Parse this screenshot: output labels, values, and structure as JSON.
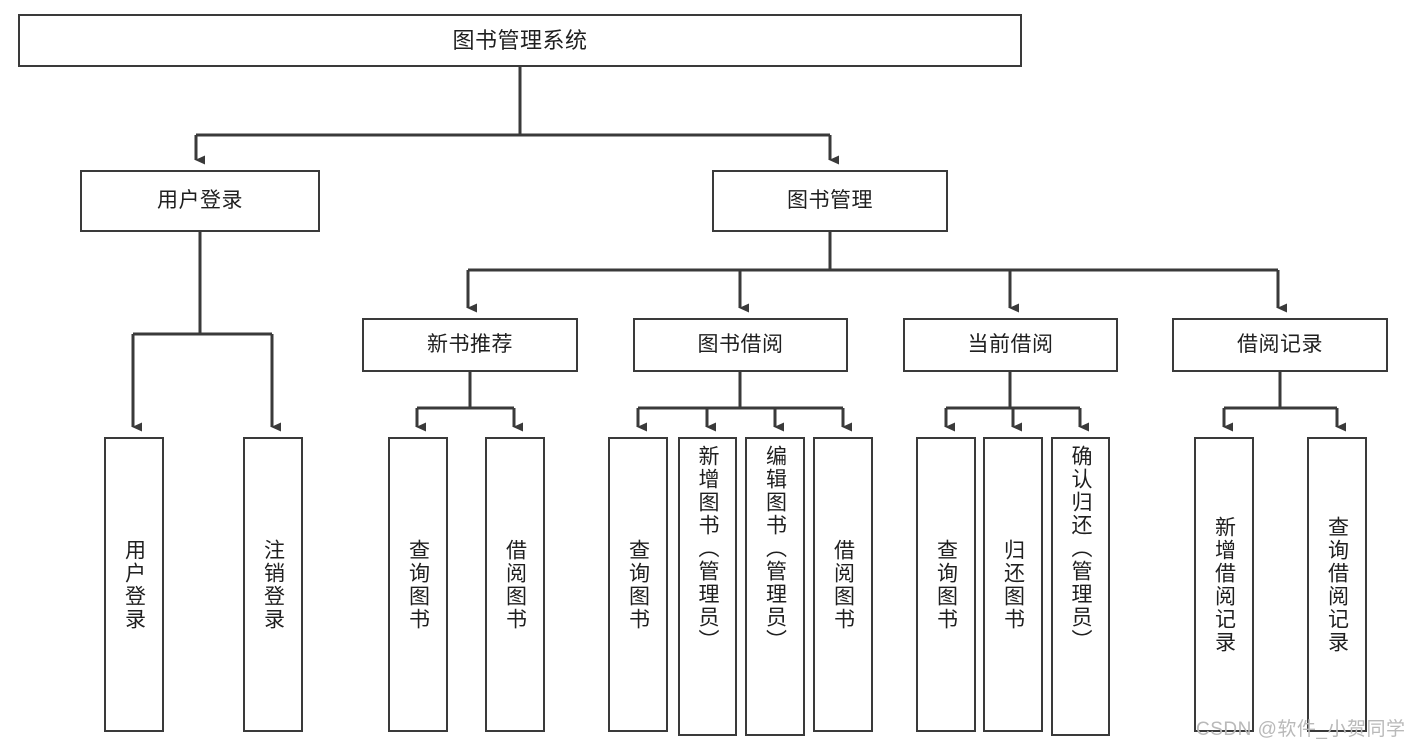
{
  "diagram": {
    "title": "图书管理系统",
    "type": "tree-hierarchy",
    "watermark": "CSDN @软件_小贺同学",
    "colors": {
      "stroke": "#3a3a3a",
      "fill": "#ffffff",
      "text": "#1f1f1f",
      "watermark": "#b9b9b9"
    },
    "levels": {
      "root": {
        "label": "图书管理系统"
      },
      "level2": [
        {
          "id": "user-login",
          "label": "用户登录"
        },
        {
          "id": "book-management",
          "label": "图书管理"
        }
      ],
      "level3": [
        {
          "id": "new-book-recommend",
          "label": "新书推荐"
        },
        {
          "id": "book-borrow",
          "label": "图书借阅"
        },
        {
          "id": "current-borrow",
          "label": "当前借阅"
        },
        {
          "id": "borrow-record",
          "label": "借阅记录"
        }
      ],
      "leaves": {
        "user-login": [
          {
            "id": "leaf-user-login",
            "label": "用户登录"
          },
          {
            "id": "leaf-logout-login",
            "label": "注销登录"
          }
        ],
        "new-book-recommend": [
          {
            "id": "leaf-query-book-1",
            "label": "查询图书"
          },
          {
            "id": "leaf-borrow-book-1",
            "label": "借阅图书"
          }
        ],
        "book-borrow": [
          {
            "id": "leaf-query-book-2",
            "label": "查询图书"
          },
          {
            "id": "leaf-add-book-admin",
            "label": "新增图书（管理员）"
          },
          {
            "id": "leaf-edit-book-admin",
            "label": "编辑图书（管理员）"
          },
          {
            "id": "leaf-borrow-book-2",
            "label": "借阅图书"
          }
        ],
        "current-borrow": [
          {
            "id": "leaf-query-book-3",
            "label": "查询图书"
          },
          {
            "id": "leaf-return-book",
            "label": "归还图书"
          },
          {
            "id": "leaf-confirm-return-admin",
            "label": "确认归还（管理员）"
          }
        ],
        "borrow-record": [
          {
            "id": "leaf-add-borrow-record",
            "label": "新增借阅记录"
          },
          {
            "id": "leaf-query-borrow-record",
            "label": "查询借阅记录"
          }
        ]
      }
    }
  }
}
